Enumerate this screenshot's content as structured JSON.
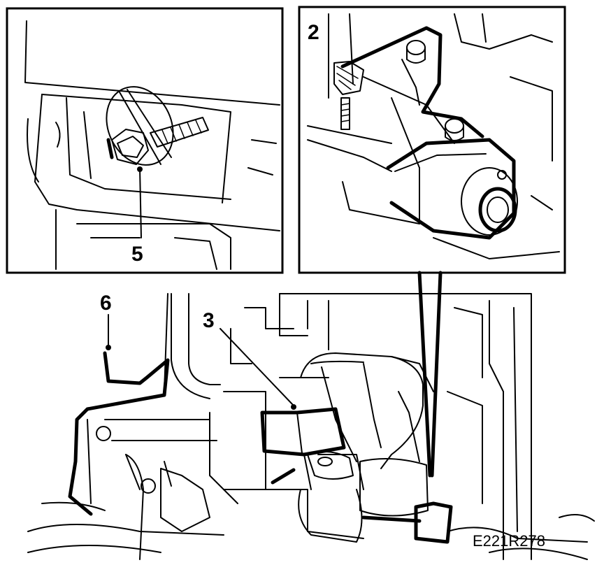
{
  "callouts": {
    "c2": "2",
    "c3": "3",
    "c5": "5",
    "c6": "6"
  },
  "figure_code": "E221R278"
}
